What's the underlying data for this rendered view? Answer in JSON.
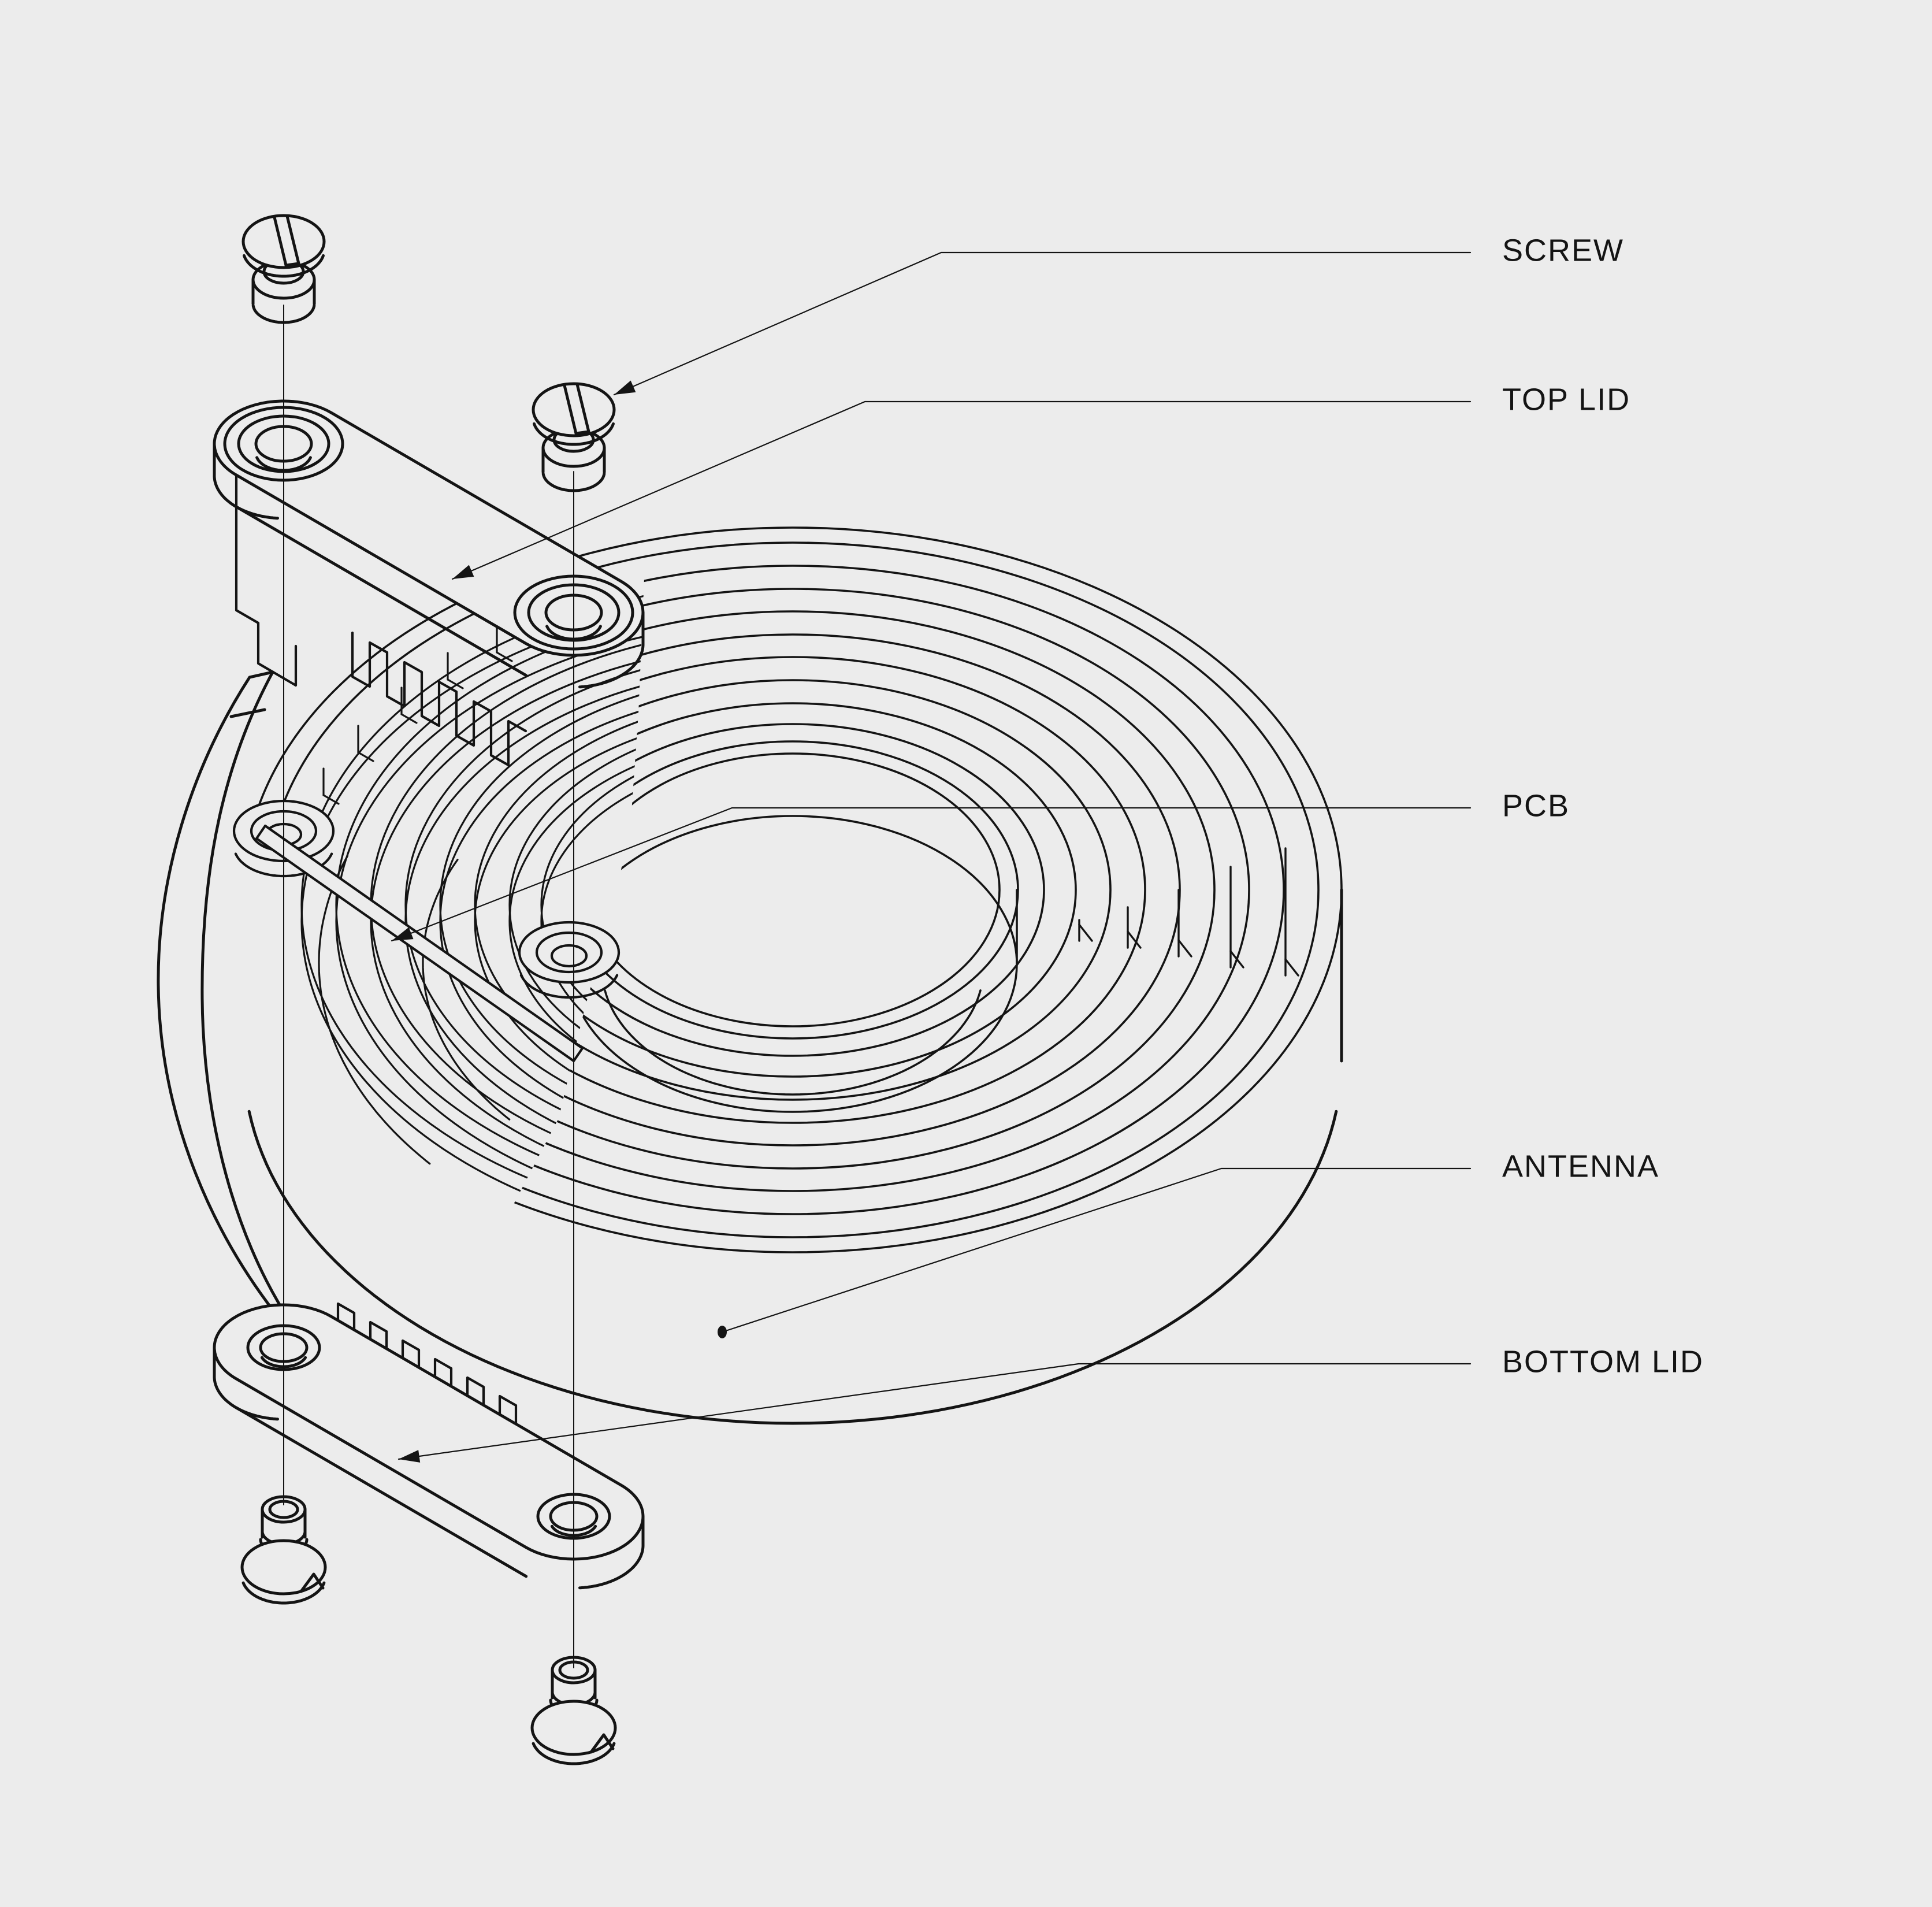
{
  "diagram": {
    "type": "exploded-view-technical-illustration",
    "background_color": "#ececec",
    "line_color": "#141414",
    "labels": [
      {
        "id": "screw",
        "text": "SCREW"
      },
      {
        "id": "top-lid",
        "text": "TOP LID"
      },
      {
        "id": "pcb",
        "text": "PCB"
      },
      {
        "id": "antenna",
        "text": "ANTENNA"
      },
      {
        "id": "bottom-lid",
        "text": "BOTTOM LID"
      }
    ]
  }
}
